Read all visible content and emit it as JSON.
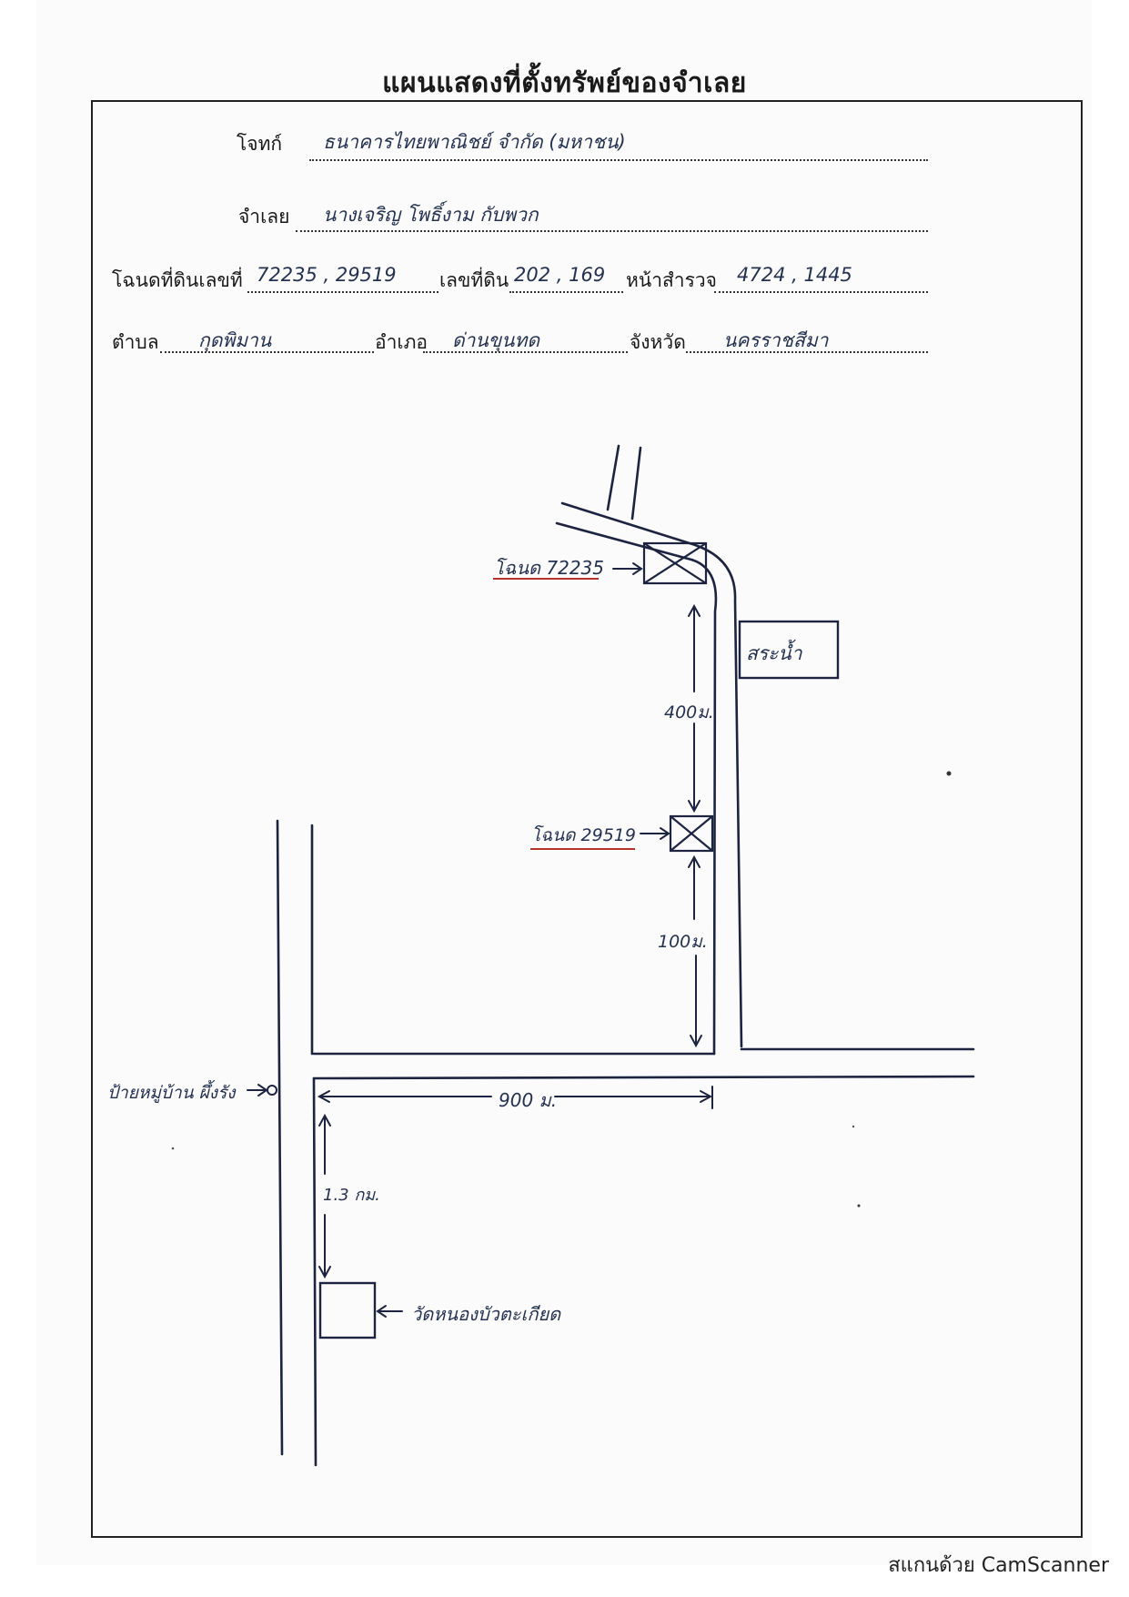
{
  "title": "แผนแสดงที่ตั้งทรัพย์ของจำเลย",
  "header": {
    "plaintiff_label": "โจทก์",
    "plaintiff_value": "ธนาคารไทยพาณิชย์ จำกัด (มหาชน)",
    "defendant_label": "จำเลย",
    "defendant_value": "นางเจริญ โพธิ์งาม กับพวก",
    "deed_label": "โฉนดที่ดินเลขที่",
    "deed_value": "72235 , 29519",
    "landno_label": "เลขที่ดิน",
    "landno_value": "202 , 169",
    "survey_label": "หน้าสำรวจ",
    "survey_value": "4724 , 1445",
    "subdistrict_label": "ตำบล",
    "subdistrict_value": "กุดพิมาน",
    "district_label": "อำเภอ",
    "district_value": "ด่านขุนทด",
    "province_label": "จังหวัด",
    "province_value": "นครราชสีมา"
  },
  "map": {
    "deed1_label": "โฉนด 72235",
    "deed2_label": "โฉนด 29519",
    "pond_label": "สระน้ำ",
    "dist_400": "400ม.",
    "dist_100": "100ม.",
    "dist_900": "900 ม.",
    "dist_13km": "1.3 กม.",
    "village_sign": "ป้ายหมู่บ้าน ผึ้งรัง",
    "temple_label": "วัดหนองบัวตะเกียด"
  },
  "footer": {
    "scanner_text": "สแกนด้วย CamScanner"
  },
  "colors": {
    "ink": "#243252",
    "underline_red": "#b8322a",
    "print": "#1a1a1a"
  }
}
